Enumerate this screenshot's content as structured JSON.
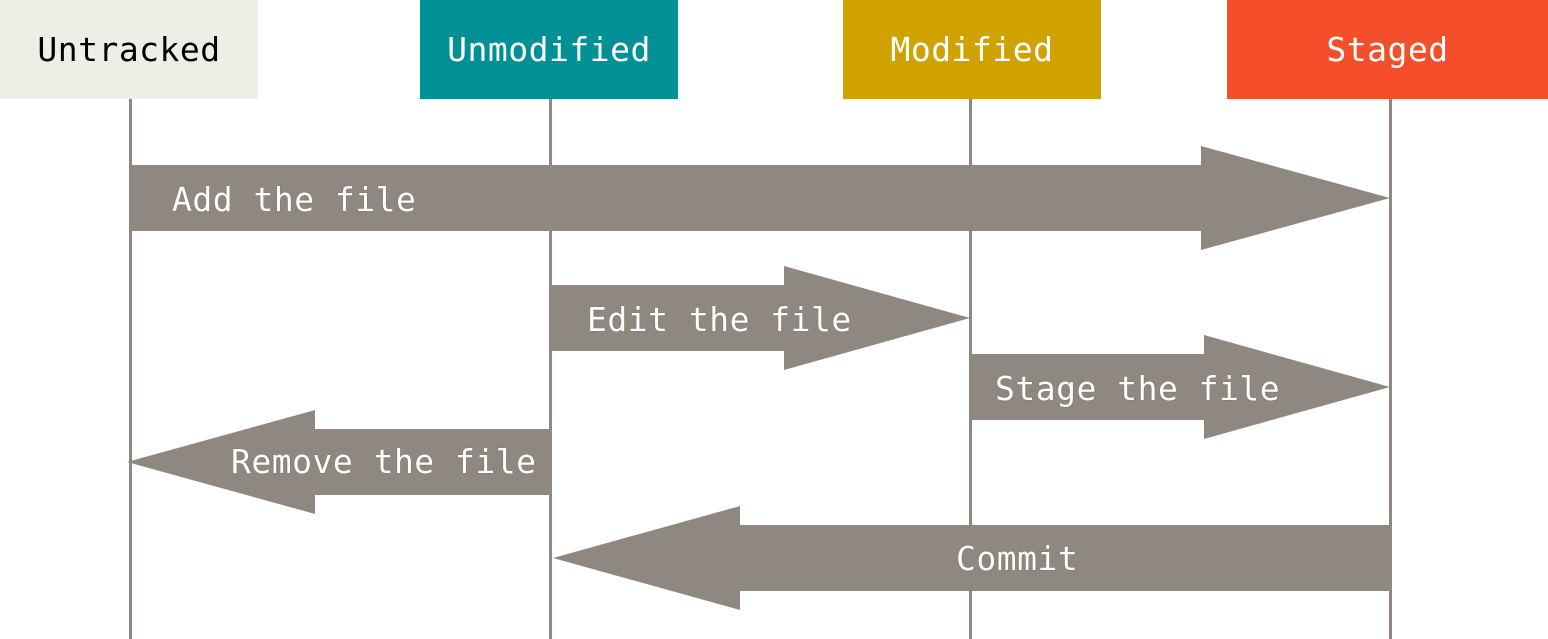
{
  "states": {
    "untracked": {
      "label": "Untracked",
      "color": "#eeede6"
    },
    "unmodified": {
      "label": "Unmodified",
      "color": "#009096"
    },
    "modified": {
      "label": "Modified",
      "color": "#cfa200"
    },
    "staged": {
      "label": "Staged",
      "color": "#f44f2a"
    }
  },
  "transitions": {
    "add": {
      "label": "Add the file",
      "from": "Untracked",
      "to": "Staged"
    },
    "edit": {
      "label": "Edit the file",
      "from": "Unmodified",
      "to": "Modified"
    },
    "stage": {
      "label": "Stage the file",
      "from": "Modified",
      "to": "Staged"
    },
    "remove": {
      "label": "Remove the file",
      "from": "Unmodified",
      "to": "Untracked"
    },
    "commit": {
      "label": "Commit",
      "from": "Staged",
      "to": "Unmodified"
    }
  },
  "colors": {
    "arrow": "#8e8880",
    "lifeline": "#8e8880"
  }
}
